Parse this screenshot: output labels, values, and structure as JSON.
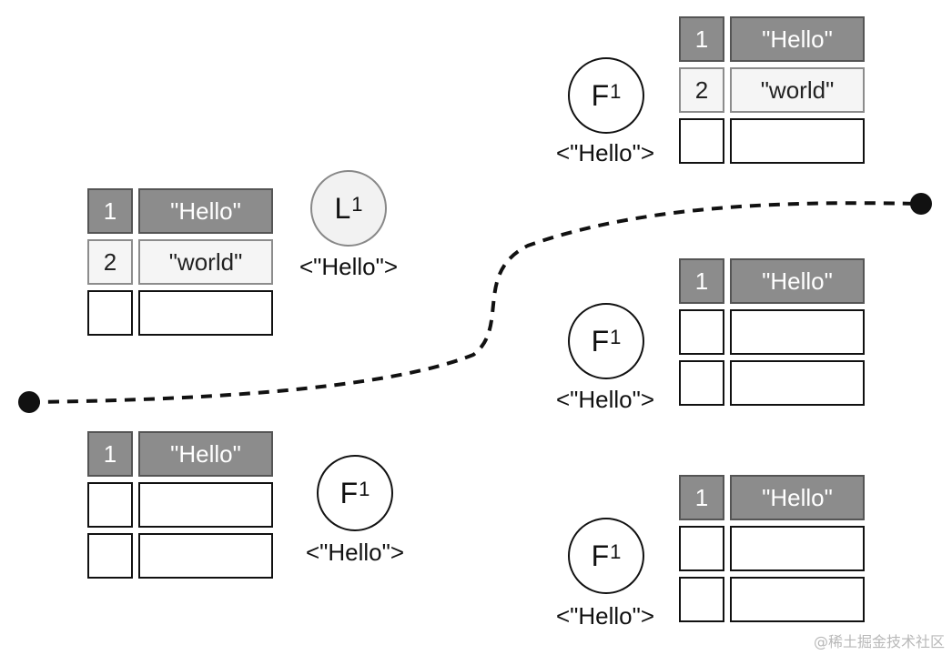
{
  "path": {
    "stroke": "#111111",
    "endpoint_color": "#111111"
  },
  "colors": {
    "committed_cell": "#8c8c8c",
    "pending_cell": "#f5f5f5",
    "border": "#111111"
  },
  "groups": [
    {
      "node_kind": "L",
      "node_sup": "1",
      "caption": "<\"Hello\">",
      "rows": [
        {
          "idx": "1",
          "val": "\"Hello\"",
          "style": "dark"
        },
        {
          "idx": "2",
          "val": "\"world\"",
          "style": "light"
        },
        {
          "idx": "",
          "val": "",
          "style": "empty"
        }
      ]
    },
    {
      "node_kind": "F",
      "node_sup": "1",
      "caption": "<\"Hello\">",
      "rows": [
        {
          "idx": "1",
          "val": "\"Hello\"",
          "style": "dark"
        },
        {
          "idx": "",
          "val": "",
          "style": "empty"
        },
        {
          "idx": "",
          "val": "",
          "style": "empty"
        }
      ]
    },
    {
      "node_kind": "F",
      "node_sup": "1",
      "caption": "<\"Hello\">",
      "rows": [
        {
          "idx": "1",
          "val": "\"Hello\"",
          "style": "dark"
        },
        {
          "idx": "2",
          "val": "\"world\"",
          "style": "light"
        },
        {
          "idx": "",
          "val": "",
          "style": "empty"
        }
      ]
    },
    {
      "node_kind": "F",
      "node_sup": "1",
      "caption": "<\"Hello\">",
      "rows": [
        {
          "idx": "1",
          "val": "\"Hello\"",
          "style": "dark"
        },
        {
          "idx": "",
          "val": "",
          "style": "empty"
        },
        {
          "idx": "",
          "val": "",
          "style": "empty"
        }
      ]
    },
    {
      "node_kind": "F",
      "node_sup": "1",
      "caption": "<\"Hello\">",
      "rows": [
        {
          "idx": "1",
          "val": "\"Hello\"",
          "style": "dark"
        },
        {
          "idx": "",
          "val": "",
          "style": "empty"
        },
        {
          "idx": "",
          "val": "",
          "style": "empty"
        }
      ]
    }
  ],
  "watermark": "@稀土掘金技术社区"
}
